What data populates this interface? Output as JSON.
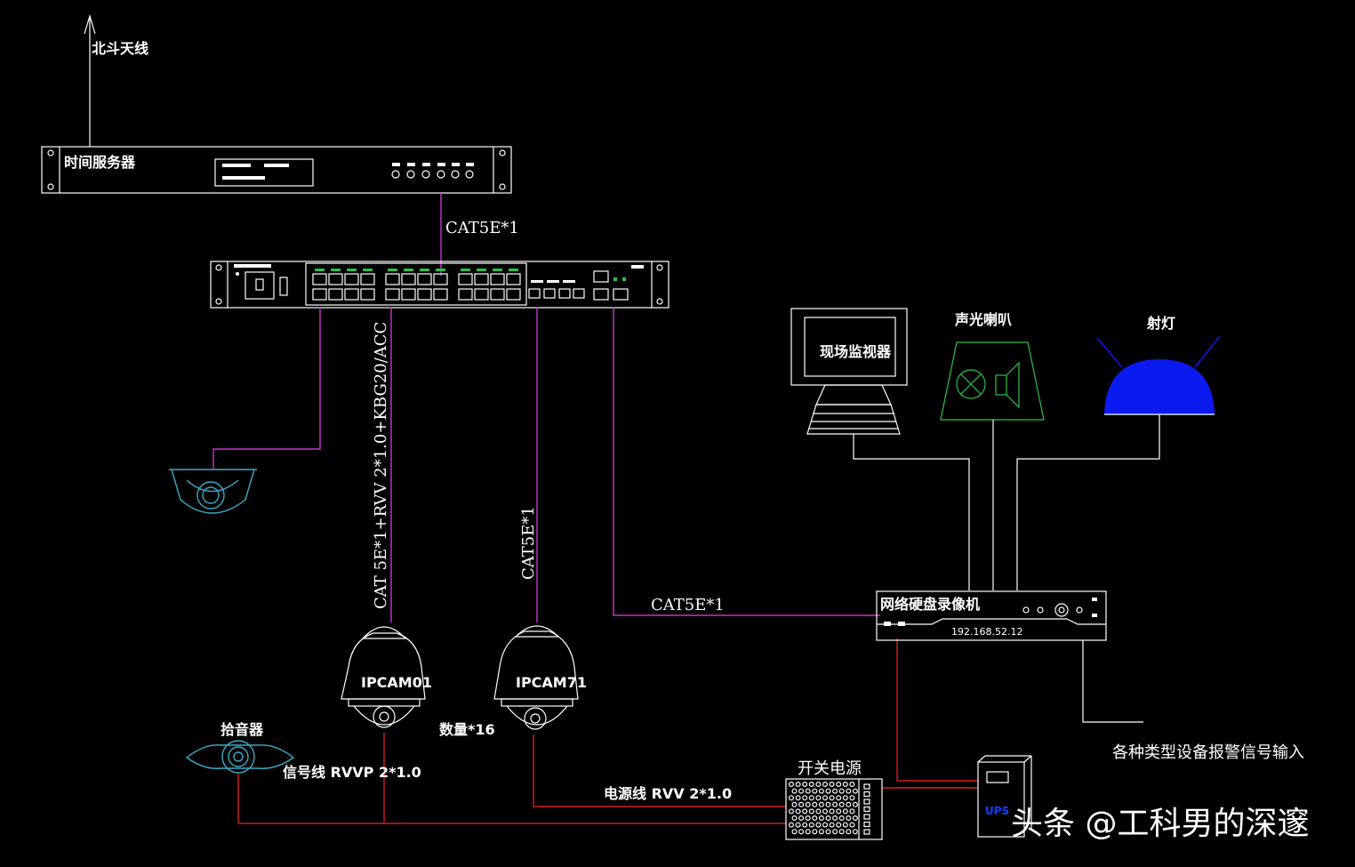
{
  "labels": {
    "antenna": "北斗天线",
    "time_server": "时间服务器",
    "link_server_switch": "CAT5E*1",
    "link_cam01": "CAT 5E*1+RVV 2*1.0+KBG20/ACC",
    "link_cam71": "CAT5E*1",
    "link_nvr": "CAT5E*1",
    "cam01": "IPCAM01",
    "cam71": "IPCAM71",
    "quantity": "数量*16",
    "pickup": "拾音器",
    "signal_line": "信号线 RVVP 2*1.0",
    "power_line": "电源线 RVV 2*1.0",
    "switch_psu": "开关电源",
    "ups": "UPS",
    "monitor": "现场监视器",
    "horn": "声光喇叭",
    "spotlight": "射灯",
    "nvr": "网络硬盘录像机",
    "nvr_ip": "192.168.52.12",
    "alarm_input": "各种类型设备报警信号输入",
    "watermark": "头条 @工科男的深邃"
  },
  "colors": {
    "background": "#000000",
    "line": "#ffffff",
    "network_cable": "#cc33cc",
    "power_cable": "#d42020",
    "dome_camera": "#3fa9c9",
    "horn": "#2ec04a",
    "spotlight": "#0b1bf0"
  }
}
